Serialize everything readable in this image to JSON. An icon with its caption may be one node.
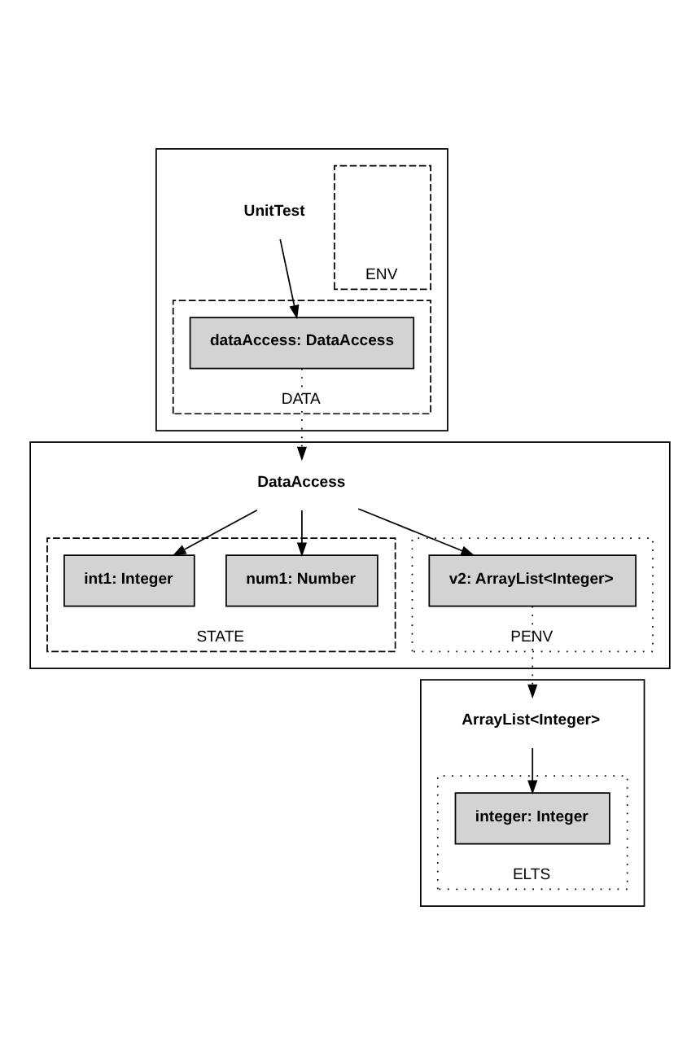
{
  "diagram": {
    "nodes": [
      {
        "text": [],
        "shape": "box"
      },
      {
        "text": [
          "UnitTest"
        ],
        "in": 0
      },
      {
        "text": [
          "ENV"
        ],
        "in": 0
      },
      {
        "text": [
          "DATA"
        ],
        "in": 0
      },
      {
        "text": [
          "dataAccess: DataAccess"
        ],
        "in": 3
      },
      {
        "text": [],
        "shape": "box"
      },
      {
        "text": [
          "DataAccess"
        ],
        "in": 5
      },
      {
        "text": [
          "STATE"
        ],
        "in": 5
      },
      {
        "text": [
          "int1: Integer"
        ],
        "in": 7
      },
      {
        "text": [
          "num1: Number"
        ],
        "in": 7
      },
      {
        "text": [
          "PENV"
        ],
        "in": 5
      },
      {
        "text": [
          "v2: ArrayList<Integer>"
        ],
        "in": 10
      },
      {
        "text": [],
        "shape": "box"
      },
      {
        "text": [
          "ArrayList<Integer>"
        ],
        "in": 12
      },
      {
        "text": [
          "ELTS"
        ],
        "in": 12
      },
      {
        "text": [
          "integer: Integer"
        ],
        "in": 14
      }
    ],
    "edges": [
      {
        "from": 1,
        "to": 4,
        "arrow": "to"
      },
      {
        "from": 4,
        "to": 6,
        "arrow": "to",
        "style": "dashed"
      },
      {
        "from": 6,
        "to": 8,
        "arrow": "to"
      },
      {
        "from": 6,
        "to": 9,
        "arrow": "to"
      },
      {
        "from": 6,
        "to": 11,
        "arrow": "to"
      },
      {
        "from": 11,
        "to": 13,
        "arrow": "to",
        "style": "dashed"
      },
      {
        "from": 13,
        "to": 15,
        "arrow": "to"
      }
    ]
  }
}
